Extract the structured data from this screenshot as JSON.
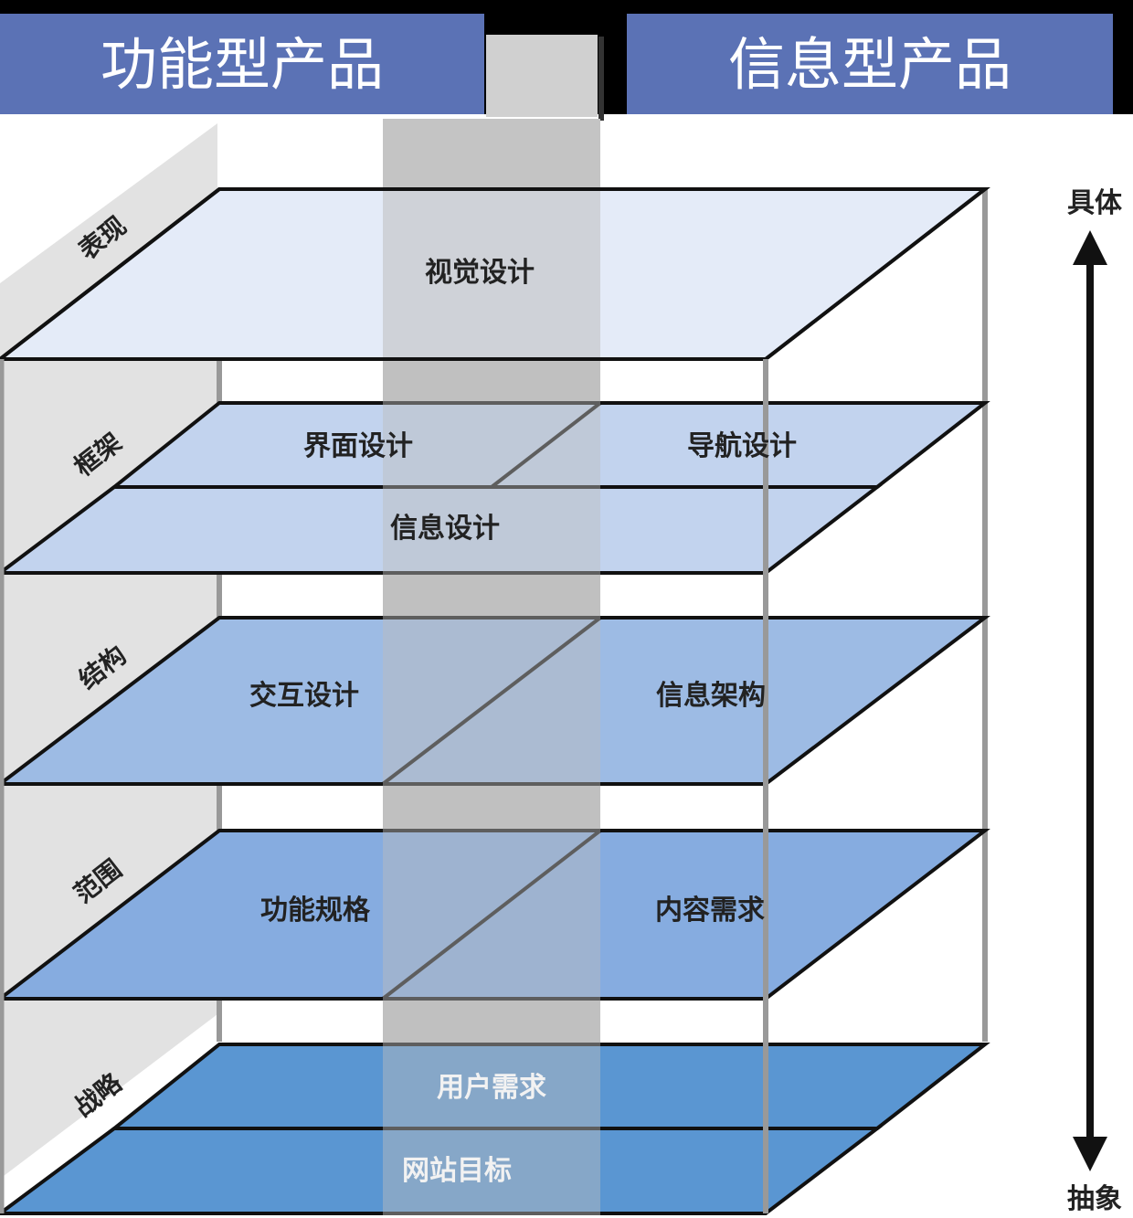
{
  "header": {
    "left_title": "功能型产品",
    "right_title": "信息型产品"
  },
  "colors": {
    "header_bg": "#5b72b5",
    "plane_surface": "#e4ebf8",
    "plane_skeleton": "#c2d3ee",
    "plane_structure": "#9dbbe4",
    "plane_scope": "#86ace0",
    "plane_strategy": "#5a96d2",
    "divider_band": "#bdbdbd"
  },
  "layers": [
    {
      "label": "表现",
      "items": [
        "视觉设计"
      ]
    },
    {
      "label": "框架",
      "items": [
        "界面设计",
        "导航设计",
        "信息设计"
      ]
    },
    {
      "label": "结构",
      "items": [
        "交互设计",
        "信息架构"
      ]
    },
    {
      "label": "范围",
      "items": [
        "功能规格",
        "内容需求"
      ]
    },
    {
      "label": "战略",
      "items": [
        "用户需求",
        "网站目标"
      ]
    }
  ],
  "axis": {
    "top_label": "具体",
    "bottom_label": "抽象",
    "icon": "double-arrow-vertical"
  }
}
